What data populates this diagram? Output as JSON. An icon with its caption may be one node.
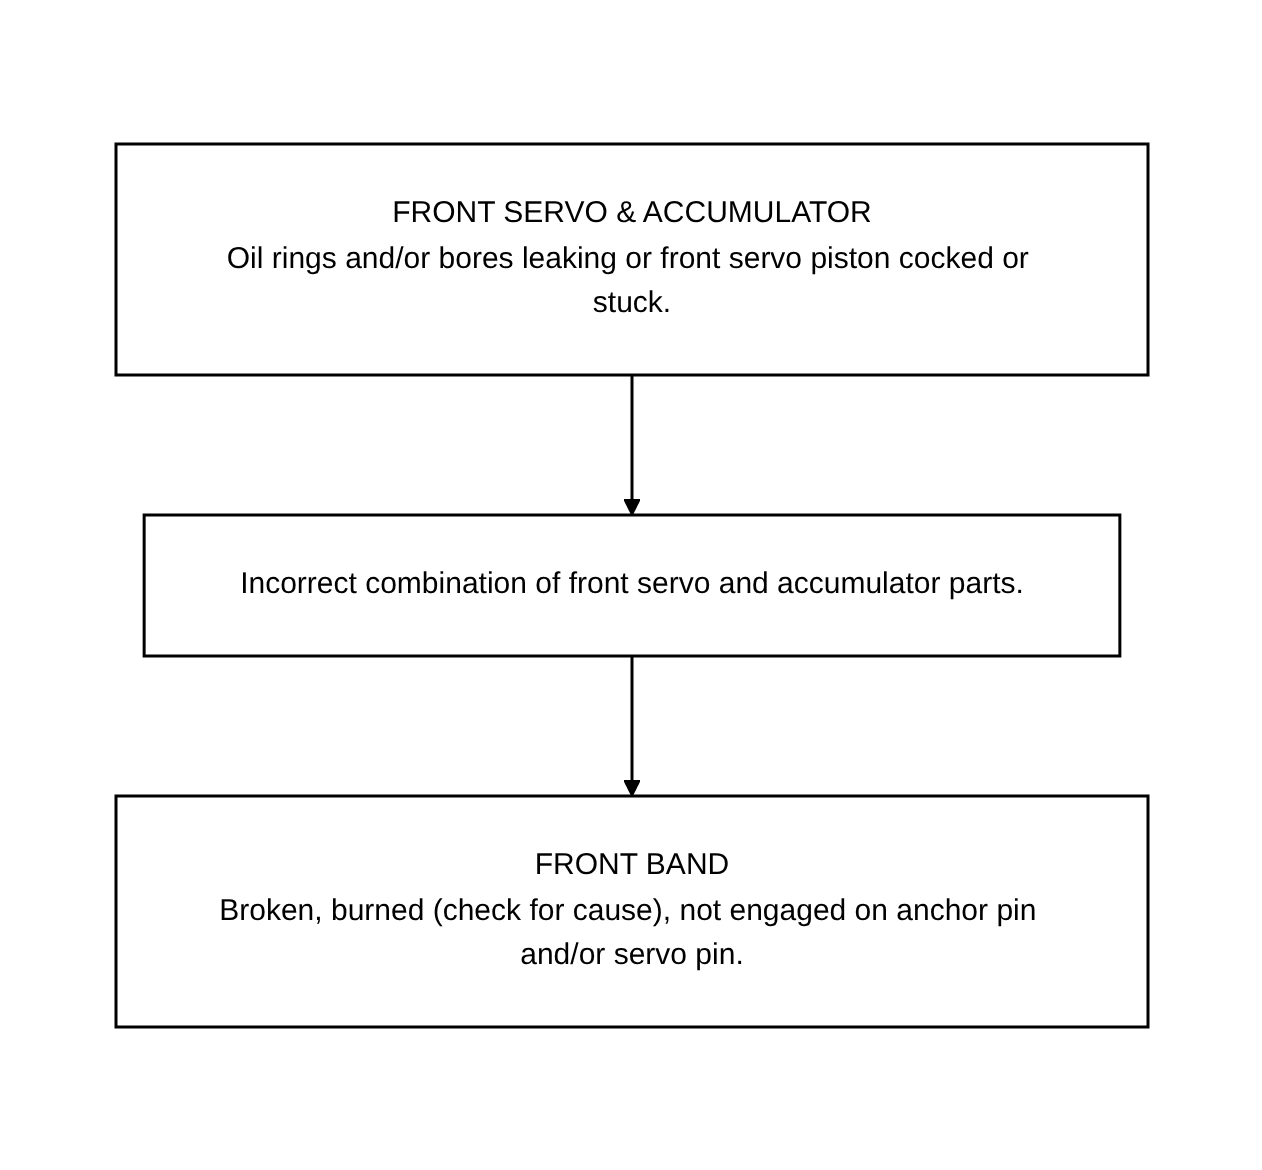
{
  "diagram": {
    "nodes": [
      {
        "text": [
          "FRONT SERVO & ACCUMULATOR",
          "Oil rings and/or bores leaking or front servo piston cocked or stuck."
        ]
      },
      {
        "text": [
          "Incorrect combination of front servo and accumulator parts."
        ]
      },
      {
        "text": [
          "FRONT BAND",
          "Broken, burned (check for cause), not engaged on anchor pin and/or servo pin."
        ]
      }
    ],
    "edges": [
      {
        "from": 0,
        "to": 1,
        "arrow": "to"
      },
      {
        "from": 1,
        "to": 2,
        "arrow": "to"
      }
    ]
  }
}
